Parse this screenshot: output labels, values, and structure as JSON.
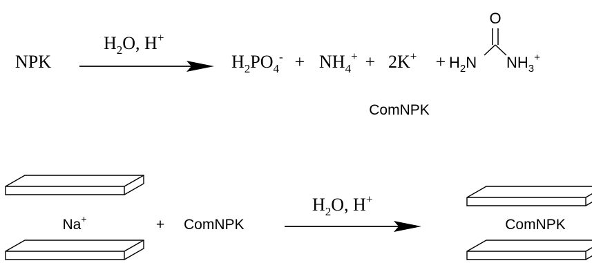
{
  "reaction1": {
    "reactant": "NPK",
    "conditions": {
      "h": "H",
      "sub2": "2",
      "mid": "O, H",
      "sup": "+"
    },
    "products": {
      "dihydrogen_phosphate": {
        "base1": "H",
        "sub1": "2",
        "base2": "PO",
        "sub2": "4",
        "sup": "-"
      },
      "plus1": " + ",
      "ammonium": {
        "base": "NH",
        "sub": "4",
        "sup": "+"
      },
      "plus2": " + ",
      "potassium": {
        "base": "2K",
        "sup": "+"
      },
      "plus3": " +",
      "urea_fragment": {
        "left_h": "H",
        "left_sub": "2",
        "left_n": "N",
        "oxygen": "O",
        "right_base": "NH",
        "right_sub": "3",
        "right_sup": "+"
      }
    },
    "product_label": "ComNPK"
  },
  "reaction2": {
    "interlayer_cation": {
      "base": "Na",
      "sup": "+"
    },
    "plus": "+",
    "reagent": "ComNPK",
    "conditions": {
      "h": "H",
      "sub2": "2",
      "mid": "O, H",
      "sup": "+"
    },
    "interlayer_product": "ComNPK"
  }
}
